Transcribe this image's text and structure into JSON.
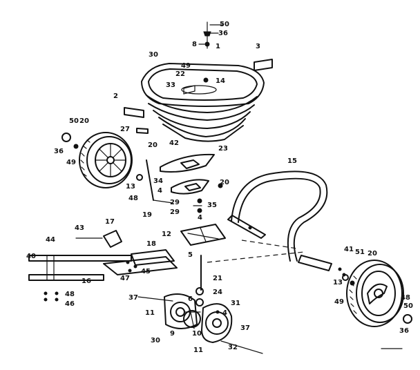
{
  "labels": {
    "top": [
      "50",
      "36",
      "8",
      "1",
      "3",
      "30",
      "49",
      "22",
      "33",
      "14"
    ],
    "left_top": [
      "2",
      "27",
      "50",
      "20",
      "36",
      "49",
      "13",
      "48"
    ],
    "middle": [
      "20",
      "42",
      "23",
      "34",
      "4",
      "20",
      "19",
      "29",
      "35",
      "29",
      "4",
      "12",
      "15"
    ],
    "left_lower": [
      "43",
      "17",
      "44",
      "18",
      "40",
      "16",
      "47",
      "45",
      "48",
      "46",
      "37"
    ],
    "bottom": [
      "5",
      "21",
      "24",
      "6",
      "31",
      "11",
      "9",
      "10",
      "4",
      "37",
      "30",
      "11",
      "32"
    ],
    "right": [
      "41",
      "51",
      "20",
      "13",
      "49",
      "48",
      "50",
      "36"
    ]
  }
}
